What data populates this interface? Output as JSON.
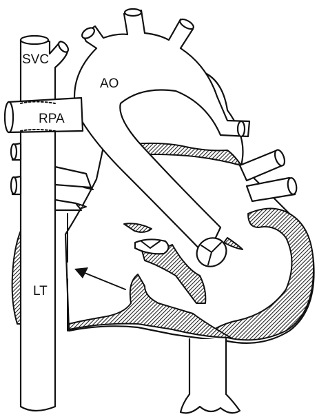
{
  "labels": {
    "svc": "SVC",
    "ao": "AO",
    "rpa": "RPA",
    "lt": "LT"
  }
}
